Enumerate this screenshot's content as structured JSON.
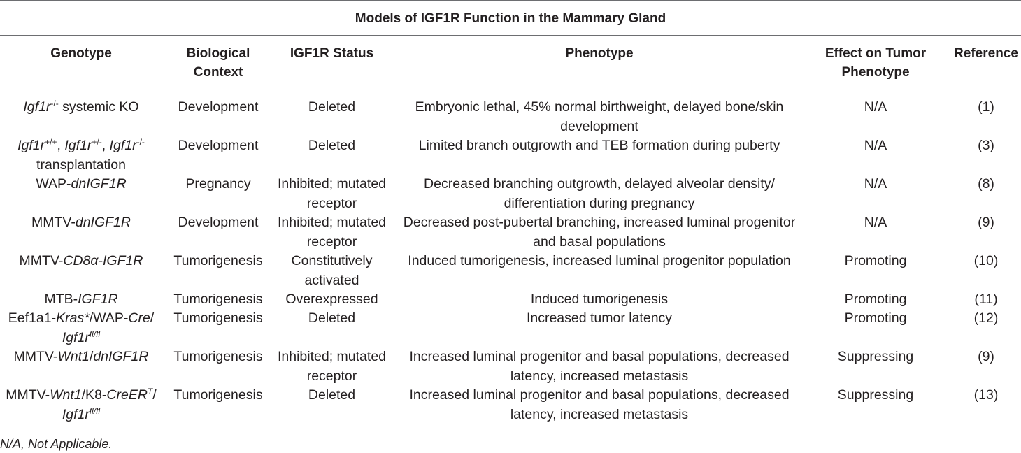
{
  "title": "Models of IGF1R Function in the Mammary Gland",
  "headers": {
    "genotype": "Genotype",
    "context_1": "Biological",
    "context_2": "Context",
    "status": "IGF1R Status",
    "phenotype": "Phenotype",
    "effect_1": "Effect on Tumor",
    "effect_2": "Phenotype",
    "reference": "Reference"
  },
  "rows": [
    {
      "g1": [
        "Igf1r",
        "-/-",
        " systemic KO"
      ],
      "context": "Development",
      "status": [
        "Deleted",
        ""
      ],
      "phenotype": [
        "Embryonic lethal, 45% normal birthweight, delayed bone/skin",
        "development"
      ],
      "effect": "N/A",
      "ref": "(1)"
    },
    {
      "g1": [
        "Igf1r",
        "+/+",
        ", ",
        "Igf1r",
        "+/-",
        ", ",
        "Igf1r",
        "-/-"
      ],
      "g2": "transplantation",
      "context": "Development",
      "status": [
        "Deleted",
        ""
      ],
      "phenotype": [
        "Limited branch outgrowth and TEB formation during puberty",
        ""
      ],
      "effect": "N/A",
      "ref": "(3)"
    },
    {
      "g1": [
        "WAP-",
        "dnIGF1R"
      ],
      "context": "Pregnancy",
      "status": [
        "Inhibited; mutated",
        "receptor"
      ],
      "phenotype": [
        "Decreased branching outgrowth, delayed alveolar density/",
        "differentiation during pregnancy"
      ],
      "effect": "N/A",
      "ref": "(8)"
    },
    {
      "g1": [
        "MMTV-",
        "dnIGF1R"
      ],
      "context": "Development",
      "status": [
        "Inhibited; mutated",
        "receptor"
      ],
      "phenotype": [
        "Decreased post-pubertal branching, increased luminal progenitor",
        "and basal populations"
      ],
      "effect": "N/A",
      "ref": "(9)"
    },
    {
      "g1": [
        "MMTV-",
        "CD8α-IGF1R"
      ],
      "context": "Tumorigenesis",
      "status": [
        "Constitutively",
        "activated"
      ],
      "phenotype": [
        "Induced tumorigenesis, increased luminal progenitor population",
        ""
      ],
      "effect": "Promoting",
      "ref": "(10)"
    },
    {
      "g1": [
        "MTB-",
        "IGF1R"
      ],
      "context": "Tumorigenesis",
      "status": [
        "Overexpressed",
        ""
      ],
      "phenotype": [
        "Induced tumorigenesis",
        ""
      ],
      "effect": "Promoting",
      "ref": "(11)"
    },
    {
      "g1": [
        "Eef1a1-",
        "Kras*",
        "/WAP-",
        "Cre",
        "/"
      ],
      "g2": [
        "Igf1r",
        "fl/fl"
      ],
      "context": "Tumorigenesis",
      "status": [
        "Deleted",
        ""
      ],
      "phenotype": [
        "Increased tumor latency",
        ""
      ],
      "effect": "Promoting",
      "ref": "(12)"
    },
    {
      "g1": [
        "MMTV-",
        "Wnt1",
        "/",
        "dnIGF1R"
      ],
      "context": "Tumorigenesis",
      "status": [
        "Inhibited; mutated",
        "receptor"
      ],
      "phenotype": [
        "Increased luminal progenitor and basal populations, decreased",
        "latency, increased metastasis"
      ],
      "effect": "Suppressing",
      "ref": "(9)"
    },
    {
      "g1": [
        "MMTV-",
        "Wnt1",
        "/K8-",
        "CreER",
        "T",
        "/"
      ],
      "g2": [
        "Igf1r",
        "fl/fl"
      ],
      "context": "Tumorigenesis",
      "status": [
        "Deleted",
        ""
      ],
      "phenotype": [
        "Increased luminal progenitor and basal populations, decreased",
        "latency, increased metastasis"
      ],
      "effect": "Suppressing",
      "ref": "(13)"
    }
  ],
  "footnote": "N/A, Not Applicable."
}
